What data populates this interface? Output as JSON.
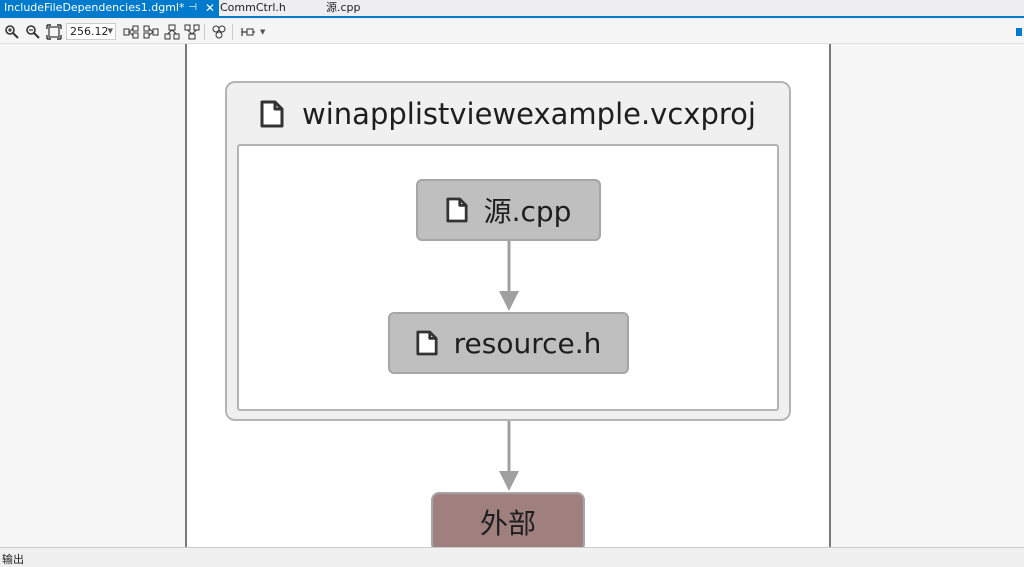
{
  "tabs": [
    {
      "label": "IncludeFileDependencies1.dgml*",
      "active": true
    },
    {
      "label": "CommCtrl.h",
      "active": false
    },
    {
      "label": "源.cpp",
      "active": false
    }
  ],
  "toolbar": {
    "zoom_value": "256.12"
  },
  "diagram": {
    "group_title": "winapplistviewexample.vcxproj",
    "nodes": {
      "source": "源.cpp",
      "resource": "resource.h",
      "external": "外部"
    }
  },
  "colors": {
    "accent": "#007acc",
    "node_fill": "#bfbfbf",
    "external_fill": "#a07f7f"
  },
  "bottom_panel": {
    "label": "输出"
  }
}
